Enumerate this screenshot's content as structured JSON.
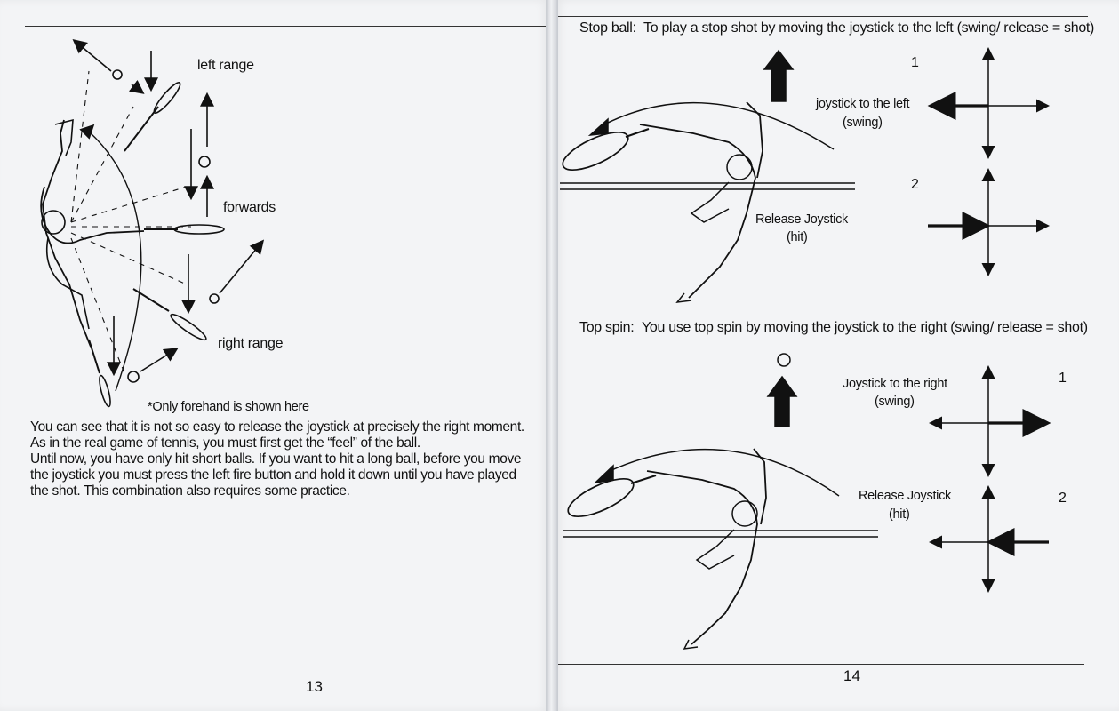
{
  "left_page": {
    "labels": {
      "left_range": "left range",
      "forwards": "forwards",
      "right_range": "right range",
      "footnote": "*Only forehand is shown here"
    },
    "paragraph_1": "You can see that it is not so easy to release the joystick at precisely the right moment. As in the real game of tennis, you must first get the “feel” of the ball.",
    "paragraph_2": "Until now, you have only hit short balls. If you want to hit a long ball, before you move the joystick you must press the left fire button and hold it down until you have played the shot. This combination also requires some practice.",
    "page_number": "13"
  },
  "right_page": {
    "stop_ball": {
      "heading": "Stop ball:",
      "text": "To play a stop shot by moving the joystick to the left (swing/ release = shot)",
      "step1_number": "1",
      "step1_label_line1": "joystick to the left",
      "step1_label_line2": "(swing)",
      "step2_number": "2",
      "step2_label_line1": "Release Joystick",
      "step2_label_line2": "(hit)"
    },
    "top_spin": {
      "heading": "Top spin:",
      "text": "You use top spin by moving the joystick to the right (swing/ release = shot)",
      "step1_number": "1",
      "step1_label_line1": "Joystick to the right",
      "step1_label_line2": "(swing)",
      "step2_number": "2",
      "step2_label_line1": "Release Joystick",
      "step2_label_line2": "(hit)"
    },
    "page_number": "14"
  }
}
